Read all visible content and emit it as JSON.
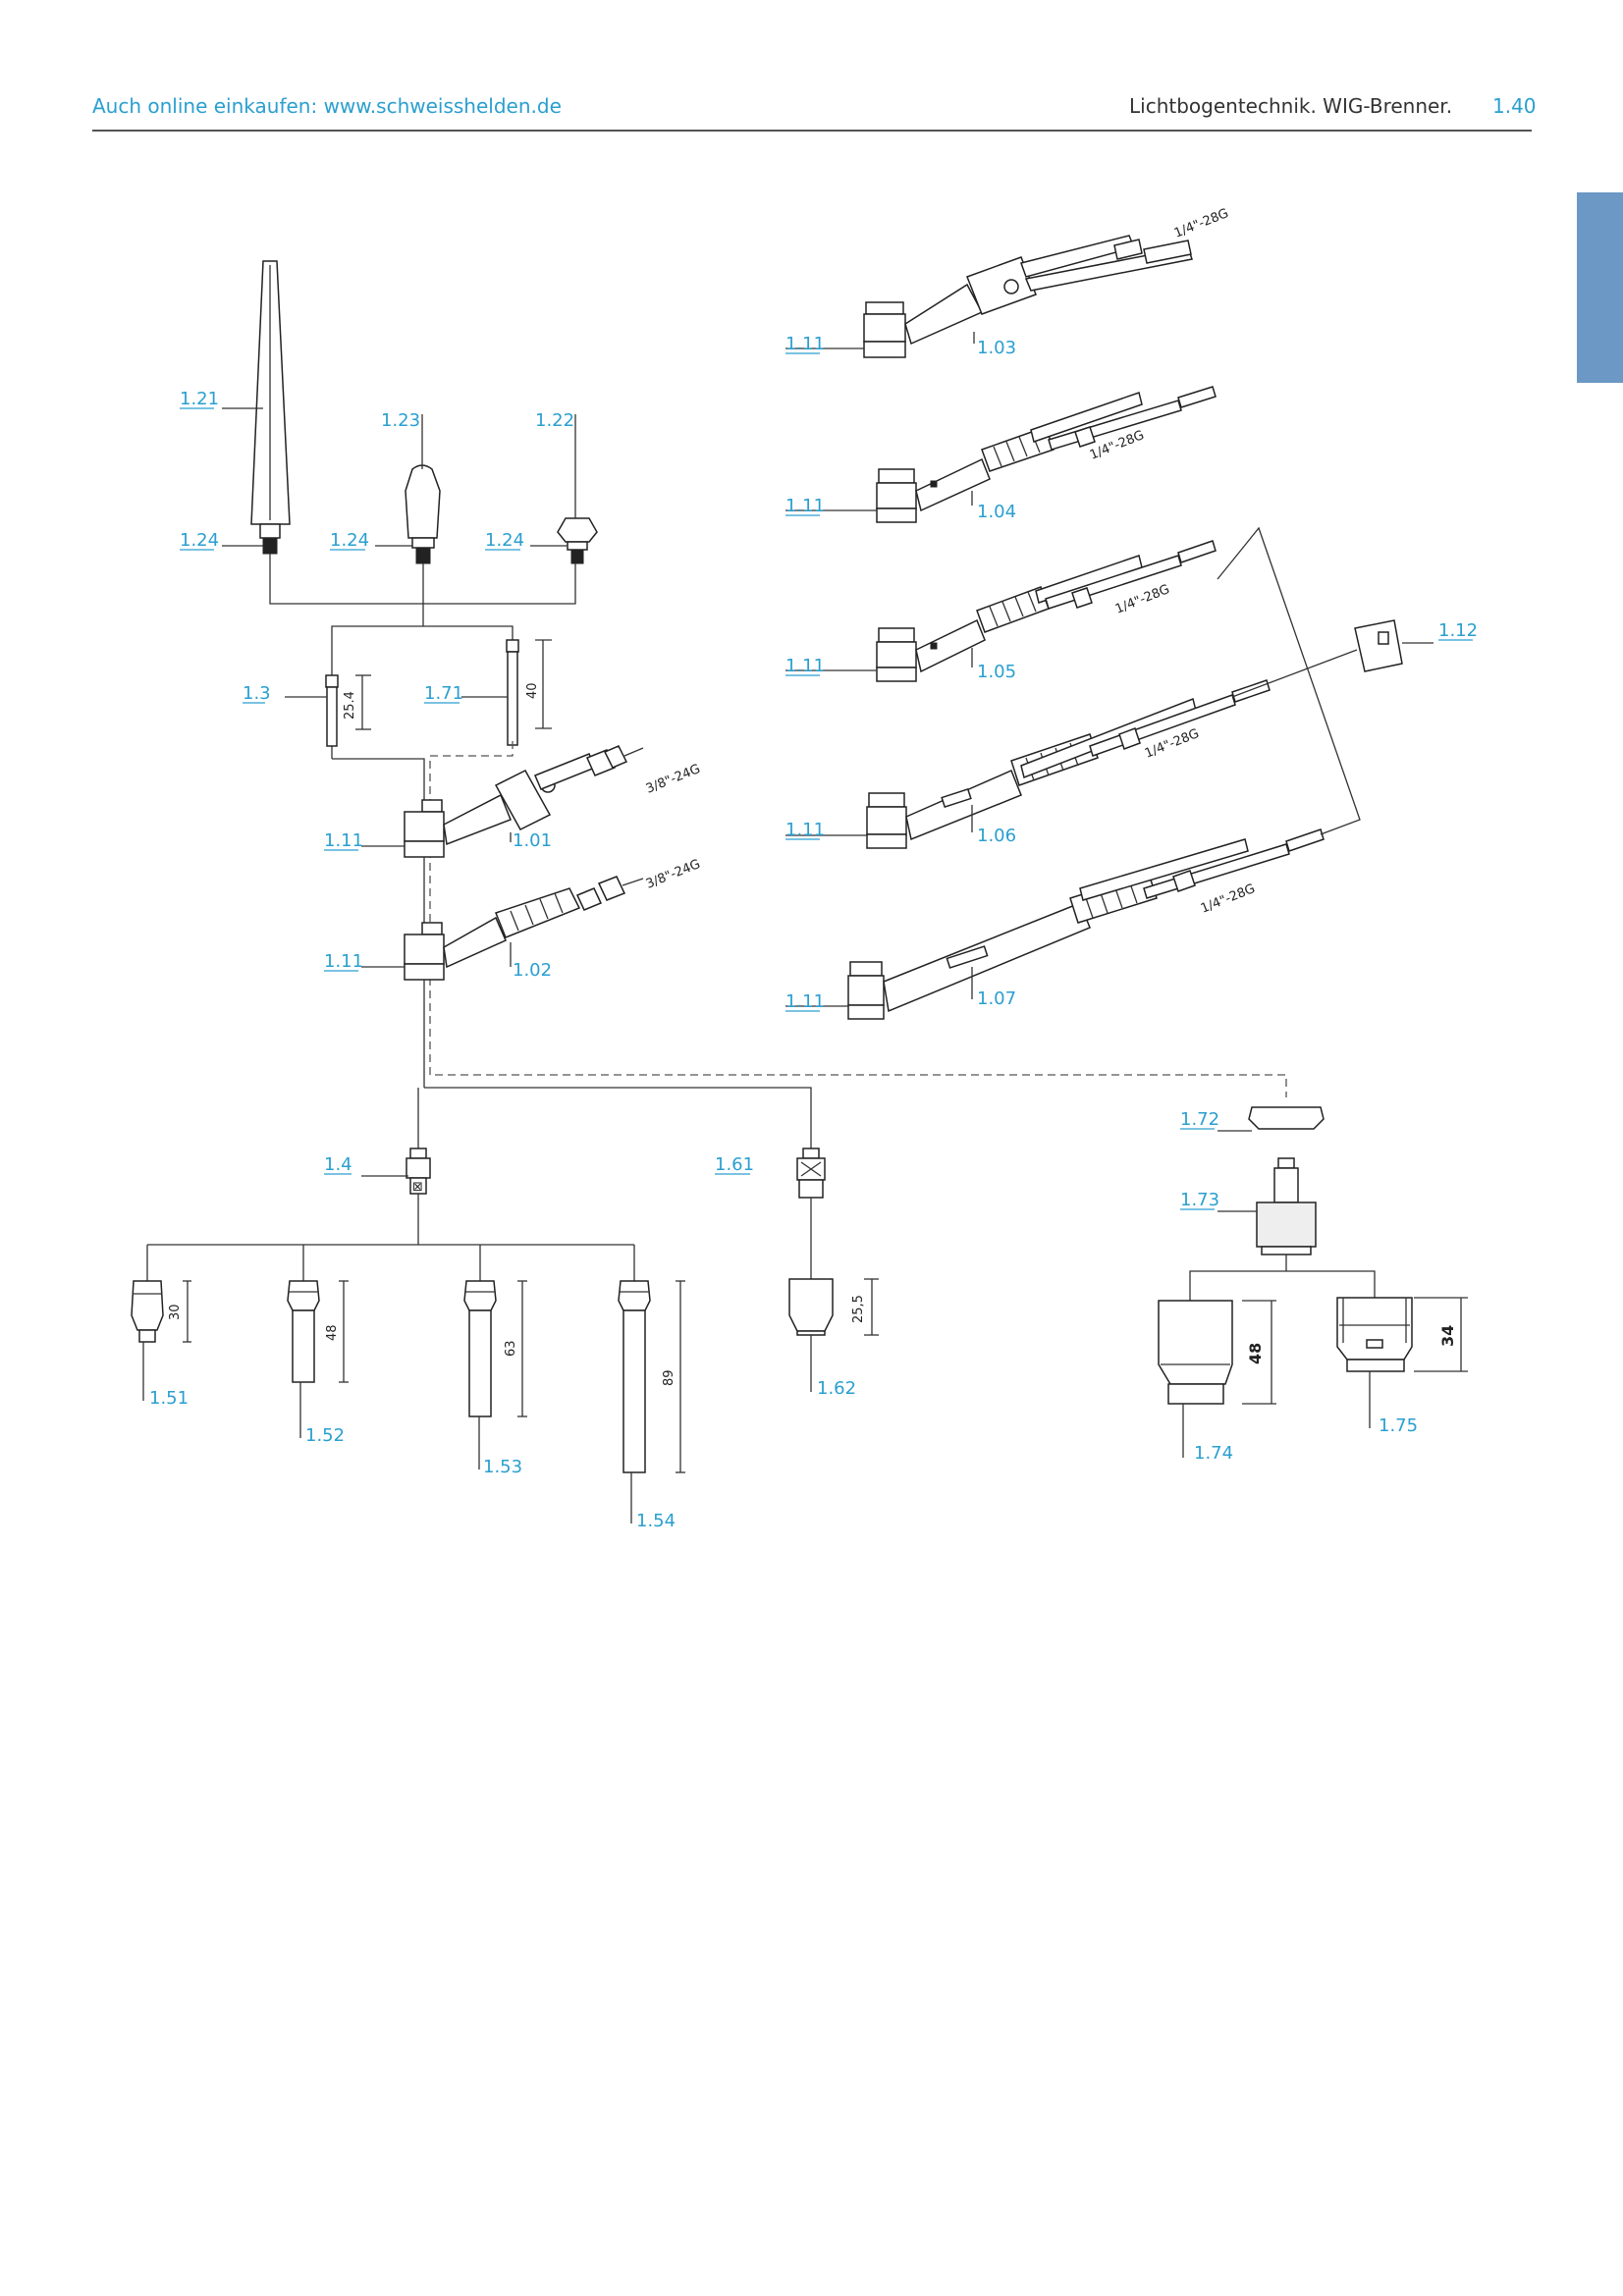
{
  "header": {
    "online_text": "Auch online einkaufen: www.schweisshelden.de",
    "section_title": "Lichtbogentechnik. WIG-Brenner.",
    "page_number": "1.40"
  },
  "colors": {
    "accent": "#2a9fd0",
    "tab": "#6b98c4",
    "line": "#333333"
  },
  "part_labels": {
    "p121": "1.21",
    "p123": "1.23",
    "p122": "1.22",
    "p124a": "1.24",
    "p124b": "1.24",
    "p124c": "1.24",
    "p13": "1.3",
    "p171": "1.71",
    "p111a": "1.11",
    "p111b": "1.11",
    "p101": "1.01",
    "p102": "1.02",
    "p14": "1.4",
    "p161": "1.61",
    "p151": "1.51",
    "p152": "1.52",
    "p153": "1.53",
    "p154": "1.54",
    "p162": "1.62",
    "p111c": "1.11",
    "p111d": "1.11",
    "p111e": "1.11",
    "p111f": "1.11",
    "p111g": "1.11",
    "p103": "1.03",
    "p104": "1.04",
    "p105": "1.05",
    "p106": "1.06",
    "p107": "1.07",
    "p112": "1.12",
    "p172": "1.72",
    "p173": "1.73",
    "p174": "1.74",
    "p175": "1.75"
  },
  "dimensions": {
    "d254": "25.4",
    "d40": "40",
    "d30": "30",
    "d48": "48",
    "d63": "63",
    "d89": "89",
    "d255": "25,5",
    "d48b": "48",
    "d34": "34"
  },
  "threads": {
    "t38a": "3/8\"-24G",
    "t38b": "3/8\"-24G",
    "t14a": "1/4\"-28G",
    "t14b": "1/4\"-28G",
    "t14c": "1/4\"-28G",
    "t14d": "1/4\"-28G",
    "t14e": "1/4\"-28G"
  }
}
